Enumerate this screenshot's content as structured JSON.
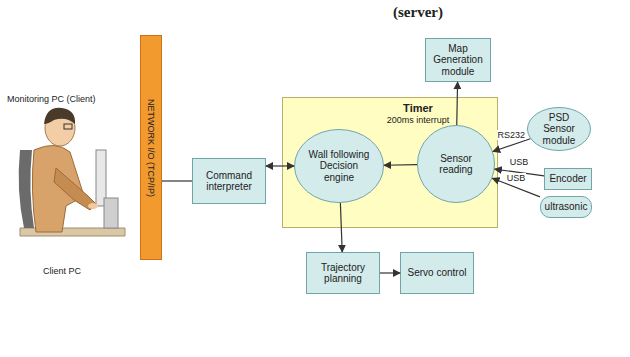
{
  "diagram": {
    "nodes": [
      {
        "text": [
          "NETWORK I/O (TCP/IP)"
        ]
      },
      {
        "text": [
          "Command interpreter"
        ]
      },
      {
        "text": [
          "Timer",
          "200ms interrupt"
        ]
      },
      {
        "text": [
          "Wall following Decision engine"
        ],
        "in": 2
      },
      {
        "text": [
          "Sensor reading"
        ],
        "in": 2
      },
      {
        "text": [
          "Map Generation module"
        ]
      },
      {
        "text": [
          "PSD Sensor module"
        ]
      },
      {
        "text": [
          "Encoder"
        ]
      },
      {
        "text": [
          "ultrasonic"
        ]
      },
      {
        "text": [
          "Trajectory planning"
        ]
      },
      {
        "text": [
          "Servo control"
        ]
      }
    ],
    "edges": [
      {
        "from": 0,
        "to": 1,
        "arrow": "none"
      },
      {
        "from": 1,
        "to": 3,
        "arrow": "both"
      },
      {
        "from": 4,
        "to": 3,
        "arrow": "to"
      },
      {
        "from": 4,
        "to": 5,
        "arrow": "to"
      },
      {
        "from": 6,
        "to": 4,
        "label": "RS232",
        "arrow": "to"
      },
      {
        "from": 7,
        "to": 4,
        "label": "USB",
        "arrow": "to"
      },
      {
        "from": 8,
        "to": 4,
        "label": "USB",
        "arrow": "to"
      },
      {
        "from": 3,
        "to": 9,
        "arrow": "to"
      },
      {
        "from": 9,
        "to": 10,
        "arrow": "to"
      }
    ],
    "labels": [
      "(server)",
      "Monitoring PC (Client)",
      "Client PC"
    ]
  }
}
